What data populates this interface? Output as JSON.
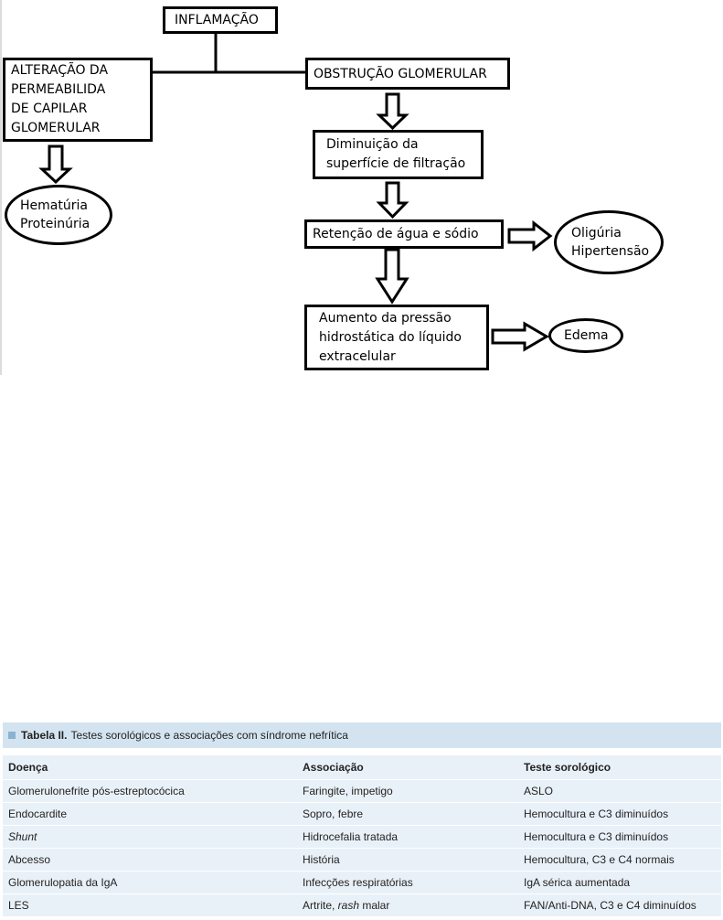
{
  "flowchart": {
    "inflamacao": "INFLAMAÇÃO",
    "alteracao": [
      "ALTERAÇÃO DA",
      "PERMEABILIDA",
      "DE CAPILAR",
      "GLOMERULAR"
    ],
    "obstrucao": "OBSTRUÇÃO GLOMERULAR",
    "hematuria": [
      "Hematúria",
      "Proteinúria"
    ],
    "diminuicao": [
      "Diminuição da",
      "superfície de filtração"
    ],
    "retencao": "Retenção de água e sódio",
    "oliguria": [
      "Oligúria",
      "Hipertensão"
    ],
    "aumento": [
      "Aumento da pressão",
      "hidrostática do líquido",
      "extracelular"
    ],
    "edema": "Edema"
  },
  "table": {
    "caption_bold": "Tabela II.",
    "caption_rest": "Testes sorológicos e associações com síndrome nefrítica",
    "header_color": "#d3e4f0",
    "body_color": "#e9f1f8",
    "columns": [
      "Doença",
      "Associação",
      "Teste sorológico"
    ],
    "rows": [
      {
        "doenca": "Glomerulonefrite pós-estreptocócica",
        "associacao": "Faringite, impetigo",
        "teste": "ASLO"
      },
      {
        "doenca": "Endocardite",
        "associacao": "Sopro, febre",
        "teste": "Hemocultura e C3 diminuídos"
      },
      {
        "doenca": "Shunt",
        "associacao": "Hidrocefalia tratada",
        "teste": "Hemocultura e C3 diminuídos"
      },
      {
        "doenca": "Abcesso",
        "associacao": "História",
        "teste": "Hemocultura, C3 e C4 normais"
      },
      {
        "doenca": "Glomerulopatia da IgA",
        "associacao": "Infecções respiratórias",
        "teste": "IgA sérica aumentada"
      },
      {
        "doenca": "LES",
        "associacao_pre": "Artrite, ",
        "associacao_italic": "rash",
        "associacao_post": " malar",
        "teste": "FAN/Anti-DNA, C3 e C4 diminuídos"
      }
    ]
  }
}
